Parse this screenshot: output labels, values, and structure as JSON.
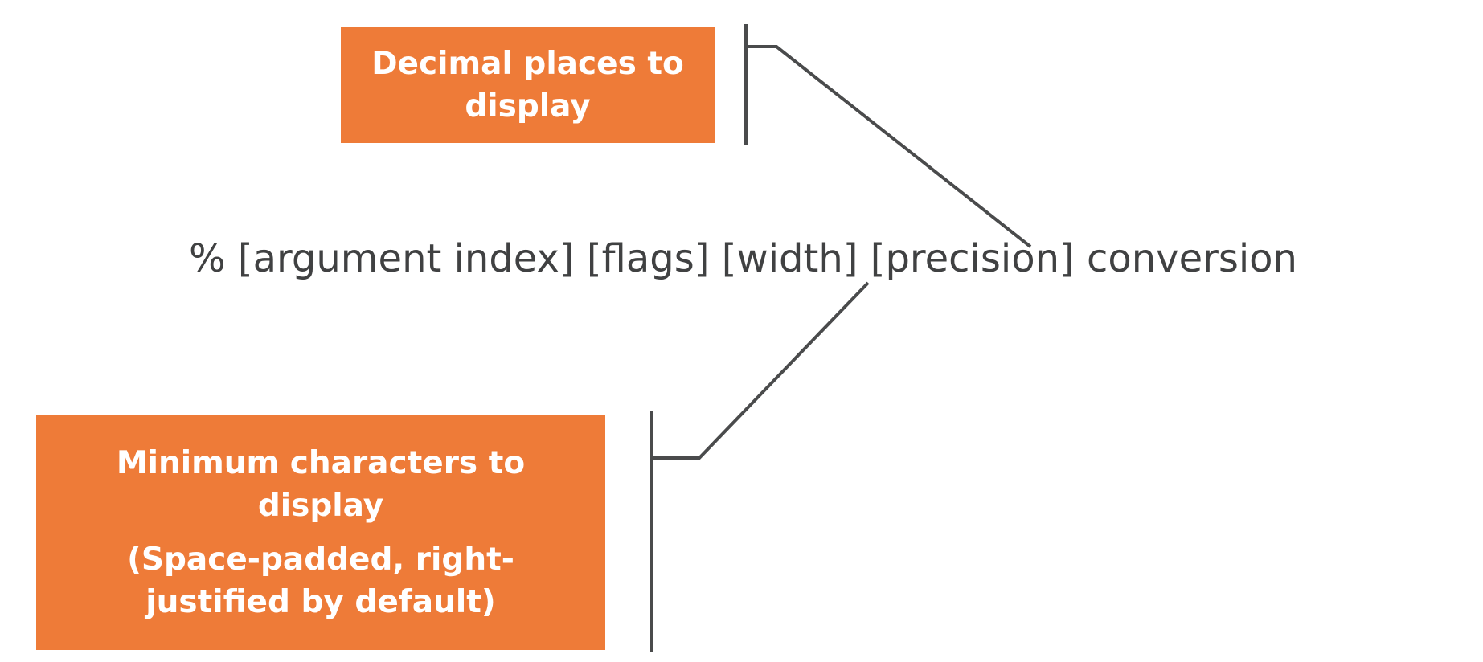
{
  "format_syntax": "% [argument index] [flags] [width] [precision] conversion",
  "callouts": {
    "precision": {
      "text": "Decimal places to display"
    },
    "width": {
      "text": "Minimum characters to display",
      "note": "(Space-padded, right-justified by default)"
    }
  },
  "colors": {
    "callout_fill": "#ee7b38",
    "callout_text": "#ffffff",
    "syntax_text": "#404142",
    "connector_line": "#4a4b4c"
  }
}
